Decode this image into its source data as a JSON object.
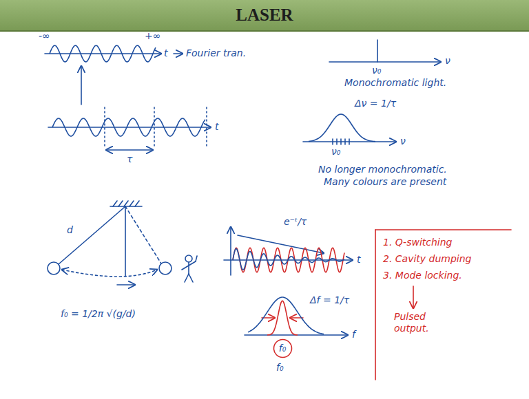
{
  "diagram": {
    "title": "LASER",
    "nodes": [
      {
        "text": [
          "f₀"
        ]
      }
    ],
    "labels": [
      "-∞",
      "+∞",
      "t",
      "Fourier tran.",
      "ν₀",
      "ν",
      "Monochromatic light.",
      "t",
      "τ",
      "Δν = 1/τ",
      "ν₀",
      "ν",
      "No longer monochromatic.",
      "Many colours are present",
      "d",
      "f₀ = 1/2π √(g/d)",
      "e⁻ᵗ/τ",
      "t",
      "Δf = 1/τ",
      "f",
      "f₀",
      "1. Q-switching",
      "2. Cavity dumping",
      "3. Mode locking.",
      "Pulsed output."
    ]
  }
}
